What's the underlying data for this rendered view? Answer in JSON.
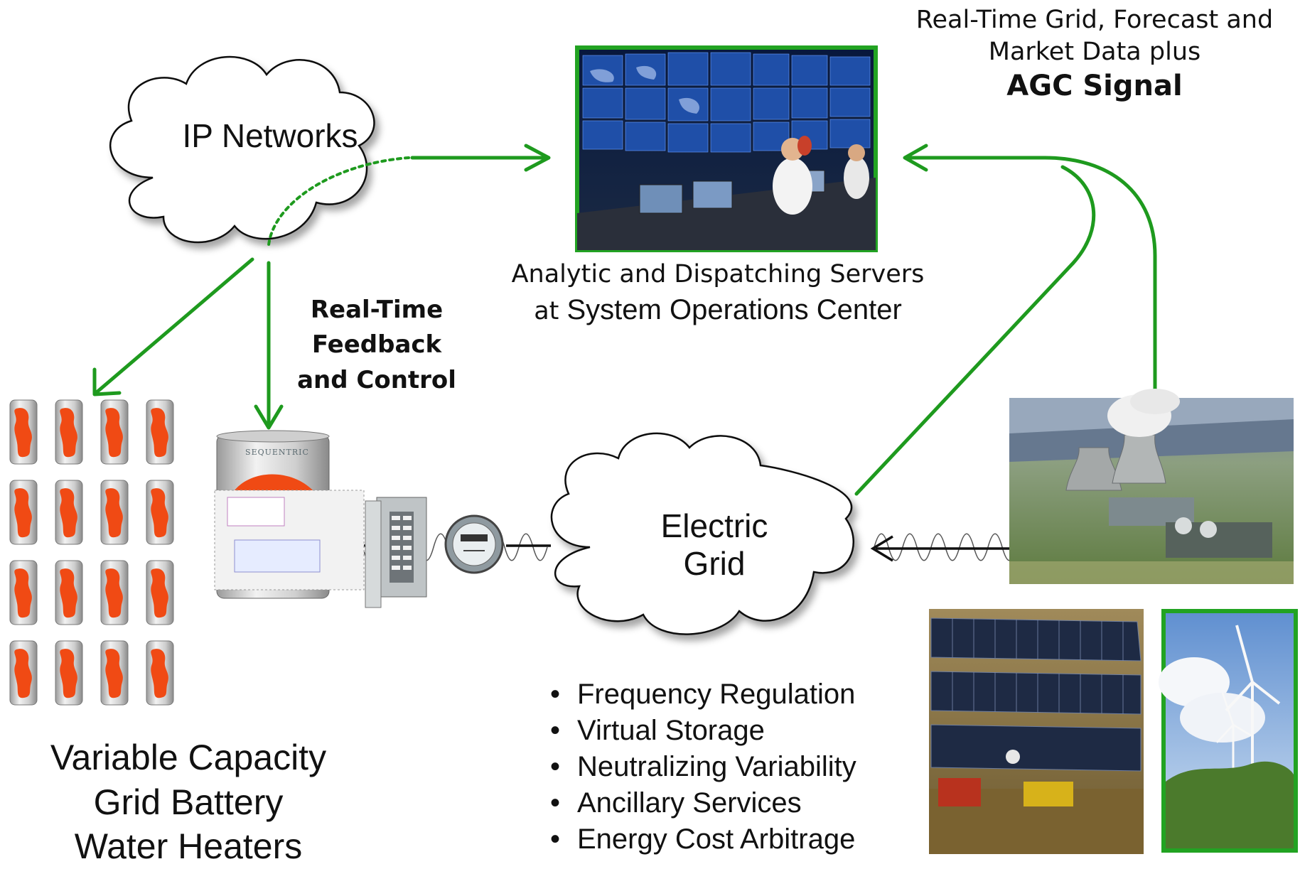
{
  "clouds": {
    "ip_networks": "IP Networks",
    "electric_grid": [
      "Electric",
      "Grid"
    ]
  },
  "operations_center": {
    "caption_line1": "Analytic and Dispatching Servers",
    "caption_line2_prefix": "at",
    "caption_line2_main": "System Operations Center"
  },
  "market_data": {
    "line1": "Real-Time Grid, Forecast and",
    "line2": "Market Data plus",
    "line3": "AGC Signal"
  },
  "feedback": {
    "line1": "Real-Time",
    "line2": "Feedback",
    "line3": "and Control"
  },
  "battery_label": {
    "line1": "Variable Capacity",
    "line2": "Grid Battery",
    "line3": "Water Heaters"
  },
  "services": [
    "Frequency Regulation",
    "Virtual Storage",
    "Neutralizing Variability",
    "Ancillary Services",
    "Energy Cost Arbitrage"
  ],
  "heater_brand": "SEQUENTRIC",
  "colors": {
    "arrow_green": "#1e9a1e",
    "heater_orange": "#f04a14",
    "frame_green": "#22a322",
    "control_room_blue": "#0a2a66"
  },
  "icons": [
    "cloud-icon",
    "control-room-photo",
    "power-plant-photo",
    "solar-farm-photo",
    "wind-turbine-photo",
    "water-heater-icon",
    "electric-meter-icon",
    "breaker-panel-icon"
  ]
}
